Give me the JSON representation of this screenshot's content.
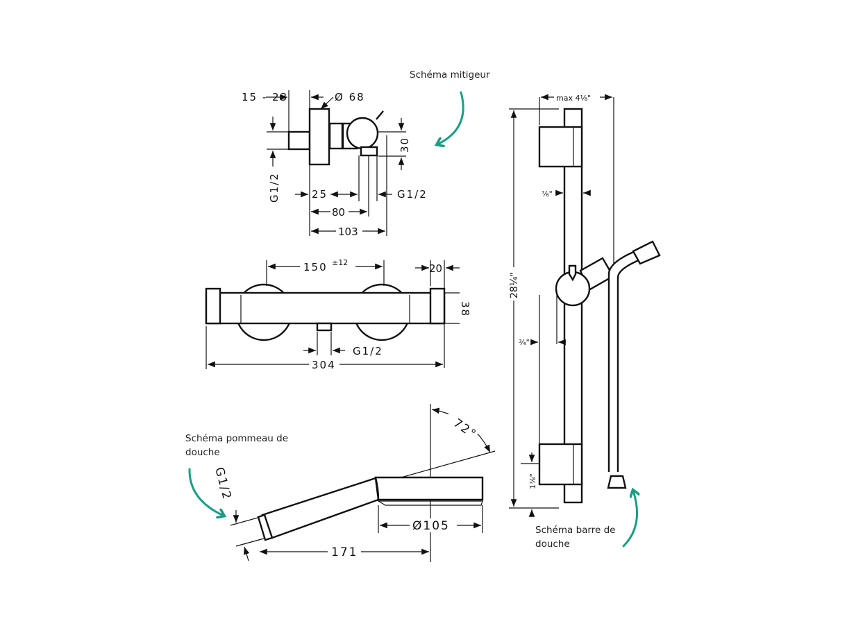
{
  "captions": {
    "mixer": "Schéma mitigeur",
    "showerhead": "Schéma pommeau de douche",
    "bar": "Schéma barre de douche"
  },
  "mixer_side": {
    "d_15_23": "15 - 23",
    "d_68": "Ø 68",
    "d_30": "30",
    "d_g12_left": "G1/2",
    "d_25": "25",
    "d_g12_right": "G1/2",
    "d_80": "80",
    "d_103": "103"
  },
  "mixer_front": {
    "d_150": "150",
    "d_tol": "±12",
    "d_20": "20",
    "d_38": "38",
    "d_g12": "G1/2",
    "d_304": "304"
  },
  "showerhead": {
    "d_72": "72°",
    "d_g12": "G1/2",
    "d_105": "Ø105",
    "d_171": "171"
  },
  "bar": {
    "d_max": "max 4⅛\"",
    "d_7_8": "⅞\"",
    "d_28": "28¼\"",
    "d_3_4": "¾\"",
    "d_1_7_8": "1⅞\""
  },
  "colors": {
    "accent": "#1a9e85"
  }
}
